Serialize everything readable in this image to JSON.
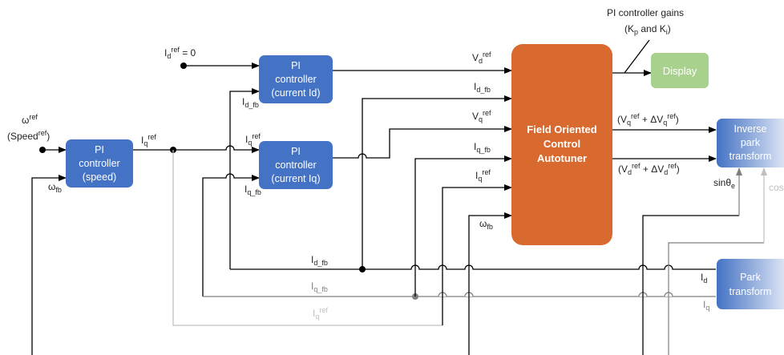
{
  "colors": {
    "pi_block": "#4472C4",
    "foc_block": "#D86A30",
    "display_block": "#A9D18E",
    "wire": "#000000",
    "wire_gray": "#7f7f7f",
    "wire_light": "#bfbfbf"
  },
  "blocks": {
    "pi_speed": [
      "PI",
      "controller",
      "(speed)"
    ],
    "pi_id": [
      "PI",
      "controller",
      "(current Id)"
    ],
    "pi_iq": [
      "PI",
      "controller",
      "(current Iq)"
    ],
    "foc": [
      "Field Oriented",
      "Control",
      "Autotuner"
    ],
    "display": "Display",
    "inverse_park": [
      "Inverse",
      "park",
      "transform"
    ],
    "park": [
      "Park",
      "transform"
    ]
  },
  "labels": {
    "omega_ref": [
      {
        "t": "ω"
      },
      {
        "t": "ref",
        "pos": "sup"
      }
    ],
    "speed_ref": [
      {
        "t": "(Speed"
      },
      {
        "t": "ref",
        "pos": "sup"
      },
      {
        "t": ")"
      }
    ],
    "omega_fb": [
      {
        "t": "ω"
      },
      {
        "t": "fb",
        "pos": "sub"
      }
    ],
    "iq_ref_out": [
      {
        "t": "I"
      },
      {
        "t": "q",
        "pos": "sub"
      },
      {
        "t": "ref",
        "pos": "sup"
      }
    ],
    "id_ref_zero": [
      {
        "t": "I"
      },
      {
        "t": "d",
        "pos": "sub"
      },
      {
        "t": "ref",
        "pos": "sup"
      },
      {
        "t": " = 0"
      }
    ],
    "id_fb_pi": [
      {
        "t": "I"
      },
      {
        "t": "d_fb",
        "pos": "sub"
      }
    ],
    "iq_ref_pi": [
      {
        "t": "I"
      },
      {
        "t": "q",
        "pos": "sub"
      },
      {
        "t": "ref",
        "pos": "sup"
      }
    ],
    "iq_fb_pi": [
      {
        "t": "I"
      },
      {
        "t": "q_fb",
        "pos": "sub"
      }
    ],
    "vd_ref": [
      {
        "t": "V"
      },
      {
        "t": "d",
        "pos": "sub"
      },
      {
        "t": "ref",
        "pos": "sup"
      }
    ],
    "id_fb_foc": [
      {
        "t": "I"
      },
      {
        "t": "d_fb",
        "pos": "sub"
      }
    ],
    "vq_ref": [
      {
        "t": "V"
      },
      {
        "t": "q",
        "pos": "sub"
      },
      {
        "t": "ref",
        "pos": "sup"
      }
    ],
    "iq_fb_foc": [
      {
        "t": "I"
      },
      {
        "t": "q_fb",
        "pos": "sub"
      }
    ],
    "iq_ref_foc": [
      {
        "t": "I"
      },
      {
        "t": "q",
        "pos": "sub"
      },
      {
        "t": "ref",
        "pos": "sup"
      }
    ],
    "omega_fb_foc": [
      {
        "t": "ω"
      },
      {
        "t": "fb",
        "pos": "sub"
      }
    ],
    "id_fb_bus": [
      {
        "t": "I"
      },
      {
        "t": "d_fb",
        "pos": "sub"
      }
    ],
    "iq_fb_bus": [
      {
        "t": "I"
      },
      {
        "t": "q_fb",
        "pos": "sub"
      }
    ],
    "iq_ref_bus": [
      {
        "t": "I"
      },
      {
        "t": "q",
        "pos": "sub"
      },
      {
        "t": "ref",
        "pos": "sup"
      }
    ],
    "gains_line1": [
      {
        "t": "PI controller gains"
      }
    ],
    "gains_line2": [
      {
        "t": "(K"
      },
      {
        "t": "p",
        "pos": "sub"
      },
      {
        "t": " and K"
      },
      {
        "t": "i",
        "pos": "sub"
      },
      {
        "t": ")"
      }
    ],
    "vq_out": [
      {
        "t": "(V"
      },
      {
        "t": "q",
        "pos": "sub"
      },
      {
        "t": "ref",
        "pos": "sup"
      },
      {
        "t": " + ΔV"
      },
      {
        "t": "q",
        "pos": "sub"
      },
      {
        "t": "ref",
        "pos": "sup"
      },
      {
        "t": ")"
      }
    ],
    "vd_out": [
      {
        "t": "(V"
      },
      {
        "t": "d",
        "pos": "sub"
      },
      {
        "t": "ref",
        "pos": "sup"
      },
      {
        "t": " + ΔV"
      },
      {
        "t": "d",
        "pos": "sub"
      },
      {
        "t": "ref",
        "pos": "sup"
      },
      {
        "t": ")"
      }
    ],
    "sin_theta": [
      {
        "t": "sinθ"
      },
      {
        "t": "e",
        "pos": "sub"
      }
    ],
    "cos_theta": [
      {
        "t": "cos"
      }
    ],
    "id_park": [
      {
        "t": "I"
      },
      {
        "t": "d",
        "pos": "sub"
      }
    ],
    "iq_park": [
      {
        "t": "I"
      },
      {
        "t": "q",
        "pos": "sub"
      }
    ]
  }
}
